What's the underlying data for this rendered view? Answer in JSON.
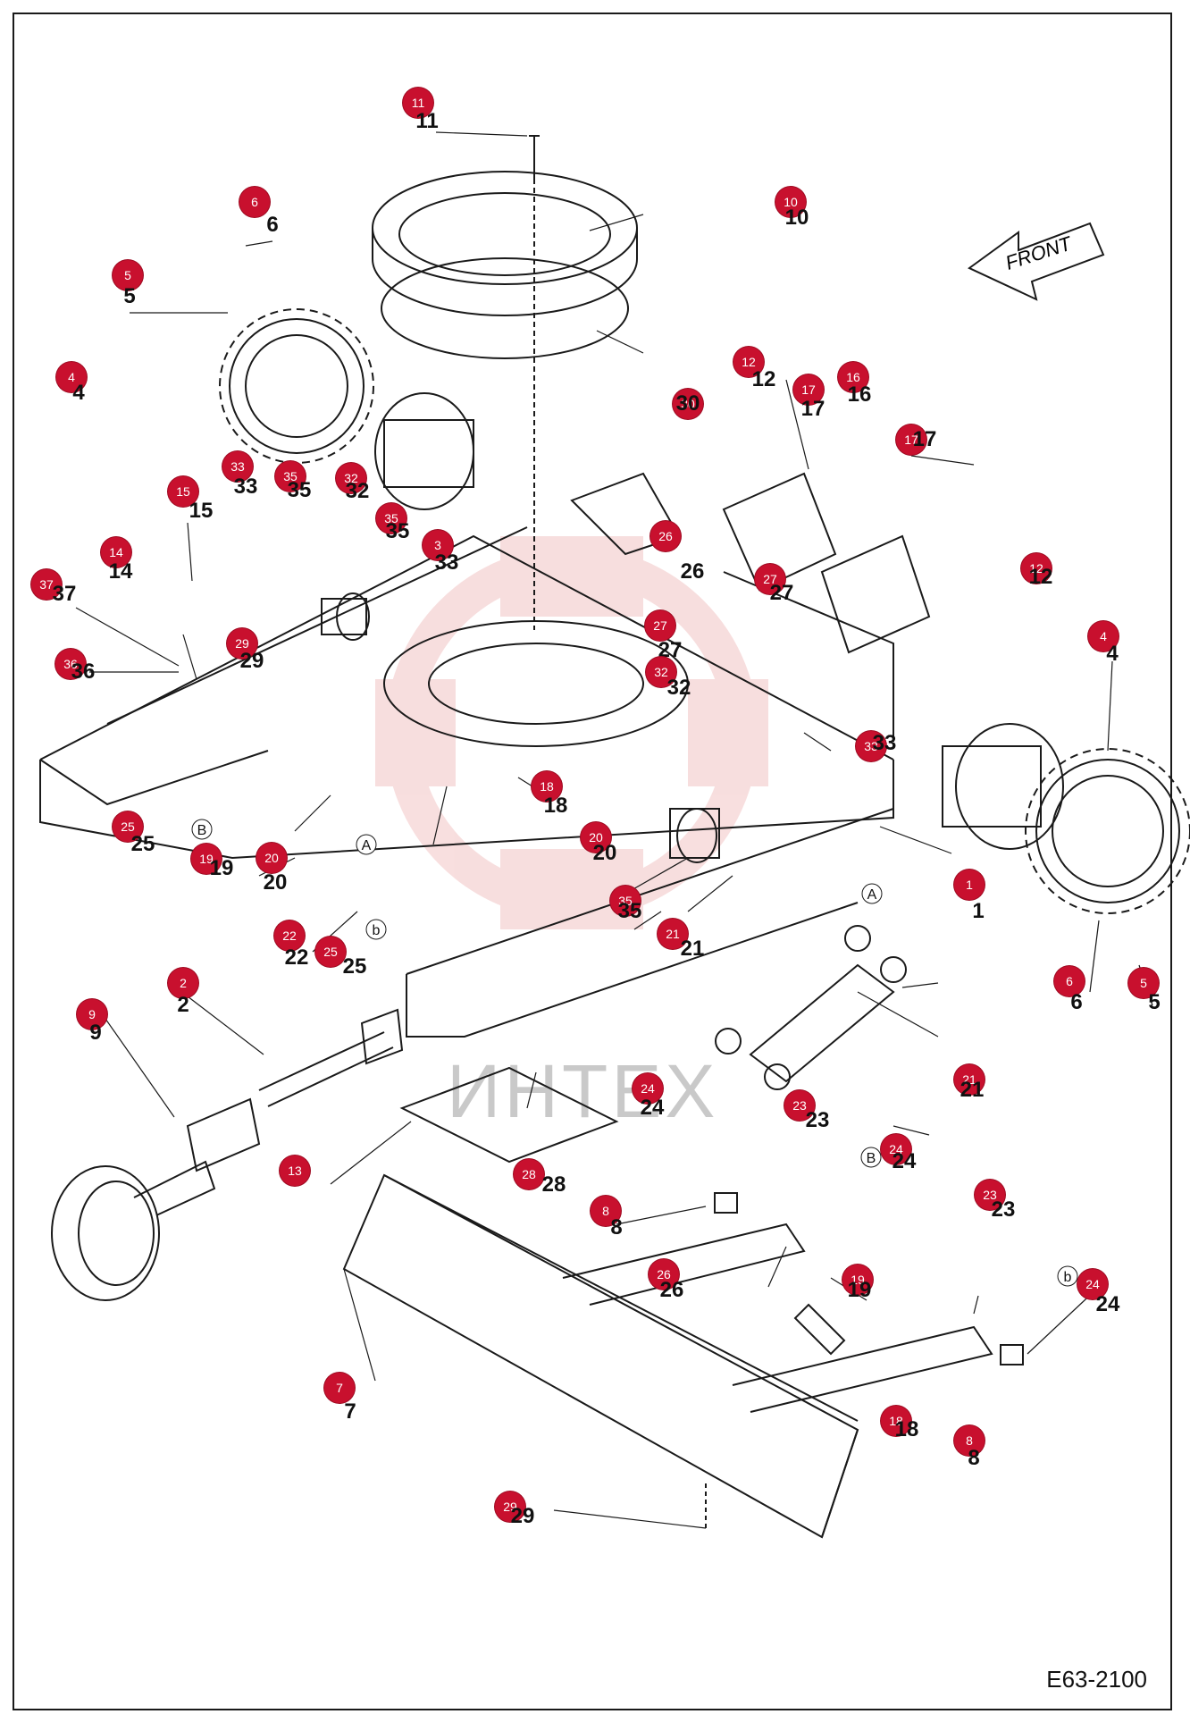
{
  "drawing_code": "E63-2100",
  "direction_label": "FRONT",
  "watermark": "ИНТЕХ",
  "colors": {
    "callout": "#c8102e",
    "line": "#1a1a1a",
    "watermark": "#f2c4c4"
  },
  "view_letters": [
    "A",
    "A",
    "B",
    "B",
    "b",
    "b"
  ],
  "callouts": [
    {
      "id": "1",
      "label": "1"
    },
    {
      "id": "2",
      "label": "2"
    },
    {
      "id": "3",
      "label": "33"
    },
    {
      "id": "4",
      "label": "4"
    },
    {
      "id": "4",
      "label": "4"
    },
    {
      "id": "5",
      "label": "5"
    },
    {
      "id": "5",
      "label": "5"
    },
    {
      "id": "6",
      "label": "6"
    },
    {
      "id": "6",
      "label": "6"
    },
    {
      "id": "7",
      "label": "7"
    },
    {
      "id": "8",
      "label": "8"
    },
    {
      "id": "8",
      "label": "8"
    },
    {
      "id": "9",
      "label": "9"
    },
    {
      "id": "10",
      "label": "10"
    },
    {
      "id": "11",
      "label": "11"
    },
    {
      "id": "12",
      "label": "12"
    },
    {
      "id": "12",
      "label": "12"
    },
    {
      "id": "13",
      "label": ""
    },
    {
      "id": "14",
      "label": "14"
    },
    {
      "id": "15",
      "label": "15"
    },
    {
      "id": "16",
      "label": "16"
    },
    {
      "id": "17",
      "label": "17"
    },
    {
      "id": "17",
      "label": "17"
    },
    {
      "id": "18",
      "label": "18"
    },
    {
      "id": "18",
      "label": "18"
    },
    {
      "id": "19",
      "label": "19"
    },
    {
      "id": "19",
      "label": "19"
    },
    {
      "id": "20",
      "label": "20"
    },
    {
      "id": "20",
      "label": "20"
    },
    {
      "id": "21",
      "label": "21"
    },
    {
      "id": "21",
      "label": "21"
    },
    {
      "id": "22",
      "label": "22"
    },
    {
      "id": "23",
      "label": "23"
    },
    {
      "id": "23",
      "label": "23"
    },
    {
      "id": "24",
      "label": "24"
    },
    {
      "id": "24",
      "label": "24"
    },
    {
      "id": "24",
      "label": "24"
    },
    {
      "id": "25",
      "label": "25"
    },
    {
      "id": "25",
      "label": "25"
    },
    {
      "id": "26",
      "label": "26"
    },
    {
      "id": "26",
      "label": "26"
    },
    {
      "id": "27",
      "label": "27"
    },
    {
      "id": "27",
      "label": "27"
    },
    {
      "id": "28",
      "label": "28"
    },
    {
      "id": "29",
      "label": "29"
    },
    {
      "id": "29",
      "label": "29"
    },
    {
      "id": "30",
      "label": "30"
    },
    {
      "id": "32",
      "label": "32"
    },
    {
      "id": "32",
      "label": "32"
    },
    {
      "id": "33",
      "label": "33"
    },
    {
      "id": "33",
      "label": "33"
    },
    {
      "id": "35",
      "label": "35"
    },
    {
      "id": "35",
      "label": "35"
    },
    {
      "id": "35",
      "label": "35"
    },
    {
      "id": "36",
      "label": "36"
    },
    {
      "id": "37",
      "label": "37"
    }
  ]
}
